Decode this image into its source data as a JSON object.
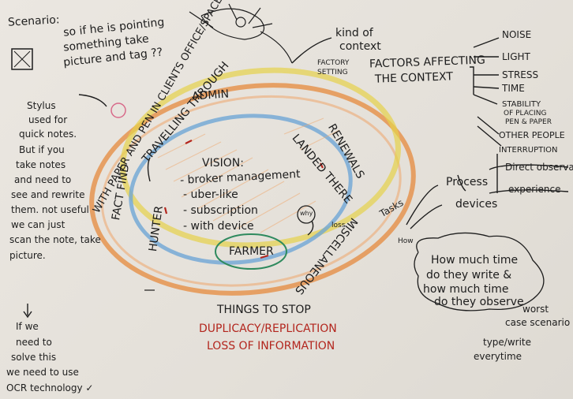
{
  "left": {
    "scenario": "Scenario:",
    "note1": "so if he is pointing",
    "note2": "something take",
    "note3": "picture and tag ??",
    "stylus": [
      "Stylus",
      "used for",
      "quick notes.",
      "But if you",
      "take notes",
      "and need to",
      "see and rewrite",
      "them. not useful",
      "we can just",
      "scan the note, take",
      "picture."
    ],
    "solve": [
      "If we",
      "need to",
      "solve this",
      "we need to use",
      "OCR technology ✓"
    ]
  },
  "context": {
    "kind": "kind of",
    "kind2": "context",
    "factory": "FACTORY",
    "setting": "SETTING",
    "factors": "FACTORS AFFECTING",
    "the_context": "THE CONTEXT",
    "items": [
      "NOISE",
      "LIGHT",
      "STRESS",
      "TIME",
      "STABILITY",
      "OF PLACING",
      "PEN & PAPER",
      "OTHER PEOPLE",
      "INTERRUPTION",
      "Direct observation",
      "experience"
    ]
  },
  "circle": {
    "clients": "WITH PAPER AND PEN IN CLIENTS OFFICE/SPACE",
    "admin": "ADMIN",
    "renewals": "RENEWALS",
    "fact_find": "FACT FIND",
    "travelling": "TRAVELLING THROUGH",
    "landed": "LANDED THERE",
    "hunter": "HUNTER",
    "misc": "MISCELLANEOUS",
    "vision": "VISION:",
    "vision_items": [
      "- broker management",
      "- uber-like",
      "- subscription",
      "- with device"
    ],
    "farmer": "FARMER",
    "why": "why",
    "loss": "loss"
  },
  "right": {
    "tasks": "Tasks",
    "how": "How",
    "process": "Process",
    "devices": "devices",
    "question": [
      "How much time",
      "do they write &",
      "how much time",
      "do they observe"
    ],
    "worst": "worst",
    "worst2": "case scenario",
    "type": "type/write",
    "everytime": "everytime"
  },
  "stop": {
    "title": "THINGS TO STOP",
    "items": [
      "DUPLICACY/REPLICATION",
      "LOSS OF INFORMATION"
    ]
  },
  "colors": {
    "ink": "#1d1d1d",
    "red": "#b3261e",
    "orange": "#e58a3c",
    "yellow": "#e6d24a",
    "blue": "#6fa6d6",
    "green": "#2f8a5e"
  }
}
